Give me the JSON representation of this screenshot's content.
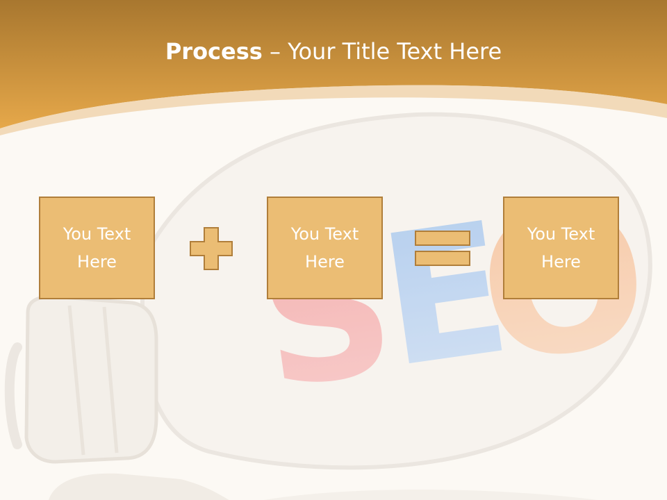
{
  "slide": {
    "title_bold": "Process",
    "title_rest": " – Your Title Text Here"
  },
  "boxes": [
    {
      "label": "You Text\nHere"
    },
    {
      "label": "You Text\nHere"
    },
    {
      "label": "You Text\nHere"
    }
  ],
  "background": {
    "watermark_text": "SEO",
    "watermark_icon": "light-bulb-icon"
  },
  "operators": {
    "plus": "plus-icon",
    "equals": "equals-icon"
  },
  "colors": {
    "header_top": "#a8772f",
    "header_bottom": "#e6a84a",
    "box_fill": "#ebbd74",
    "box_border": "#b07e3a",
    "page_background": "#fcf9f4",
    "seo_s": "#f6a3a3",
    "seo_e": "#a8c8f0",
    "seo_o": "#f8c39a"
  }
}
